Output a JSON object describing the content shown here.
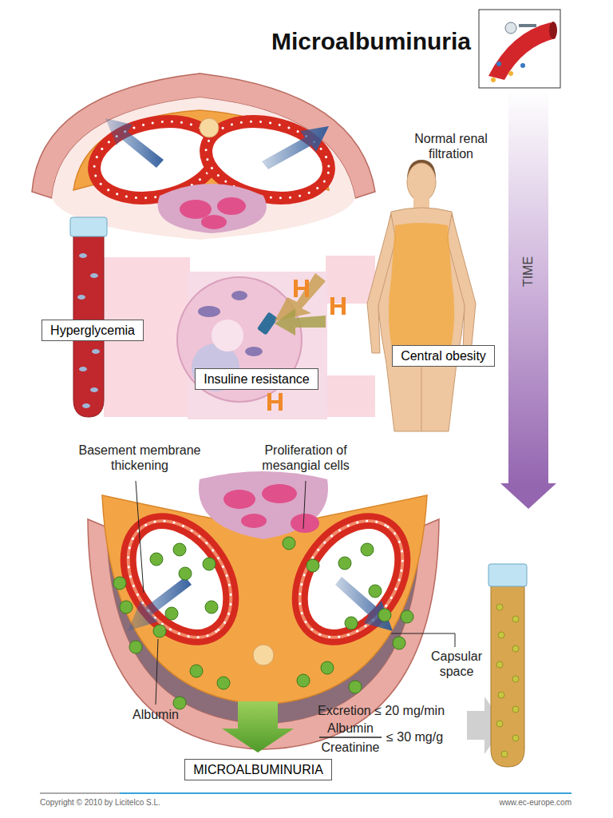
{
  "diagram": {
    "title": "Microalbuminuria",
    "nodes": [
      {
        "text": [
          "Hyperglycemia"
        ]
      },
      {
        "text": [
          "Insuline resistance"
        ]
      },
      {
        "text": [
          "Central obesity"
        ]
      },
      {
        "text": [
          "MICROALBUMINURIA"
        ]
      }
    ],
    "labels": [
      "Normal renal filtration",
      "TIME",
      "Basement membrane thickening",
      "Proliferation of mesangial cells",
      "Capsular space",
      "Albumin",
      "Excretion ≤ 20 mg/min",
      "Albumin",
      "Creatinine",
      "≤ 30 mg/g",
      "Copyright © 2010 by Licitelco S.L.",
      "www.ec-europe.com"
    ]
  }
}
